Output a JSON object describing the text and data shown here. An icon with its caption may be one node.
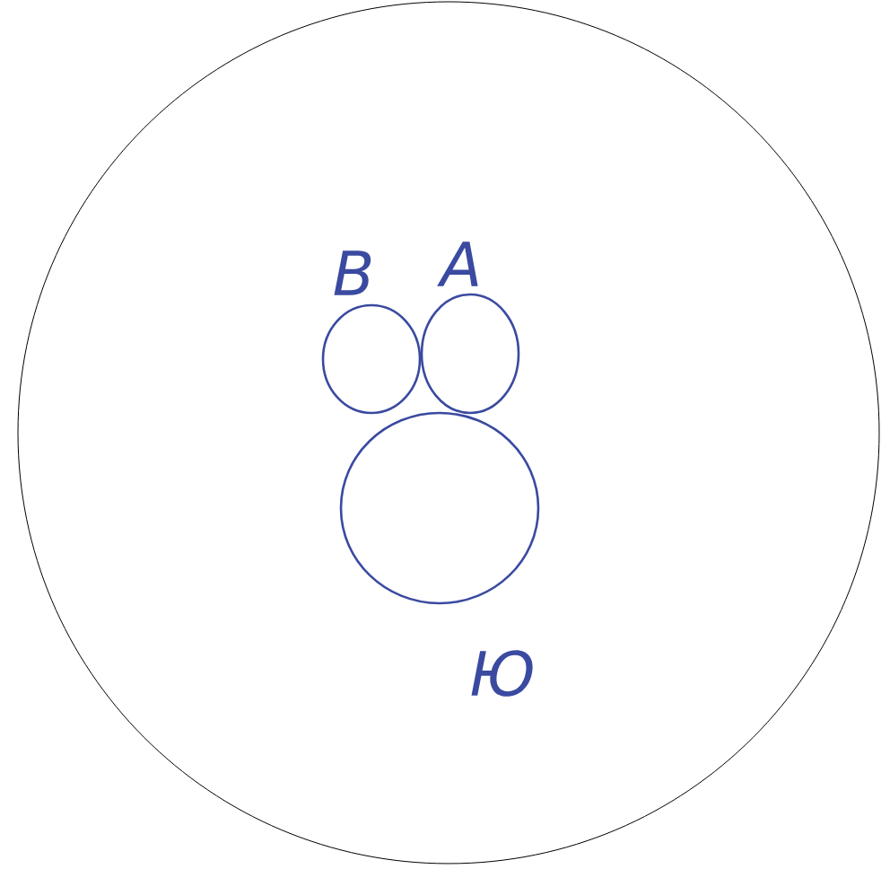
{
  "diagram": {
    "nodes": [
      {
        "text": [],
        "shape": "circle"
      },
      {
        "text": [
          "В"
        ],
        "in": 0
      },
      {
        "text": [
          "А"
        ],
        "in": 0
      },
      {
        "text": [
          "Ю"
        ],
        "in": 0
      }
    ]
  }
}
